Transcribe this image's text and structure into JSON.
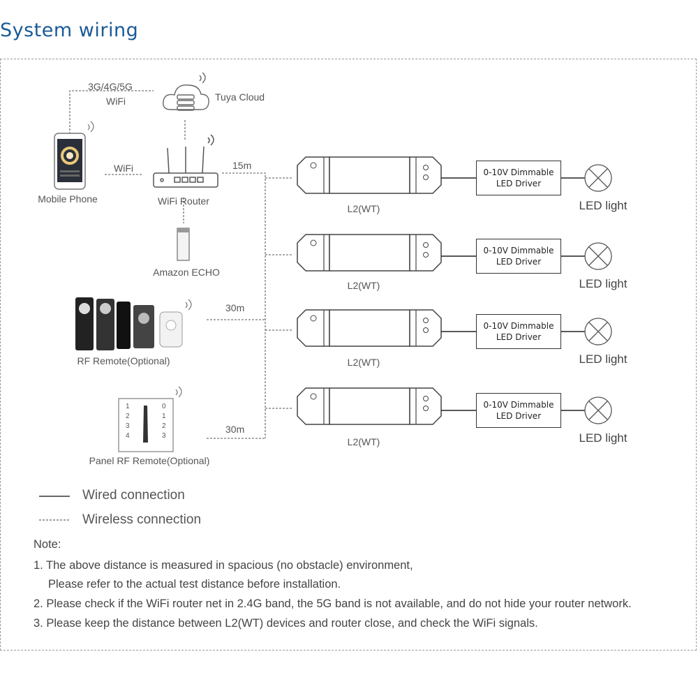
{
  "title": "System wiring",
  "labels": {
    "network": "3G/4G/5G",
    "network_wifi": "WiFi",
    "cloud": "Tuya Cloud",
    "phone_wifi": "WiFi",
    "phone": "Mobile Phone",
    "router": "WiFi Router",
    "echo": "Amazon ECHO",
    "remote": "RF Remote(Optional)",
    "panel": "Panel RF Remote(Optional)",
    "dist_router": "15m",
    "dist_remote": "30m",
    "dist_panel": "30m"
  },
  "panel_numbers": [
    "1",
    "2",
    "3",
    "4",
    "1",
    "2",
    "3",
    "0"
  ],
  "rows": [
    {
      "controller": "L2(WT)",
      "driver_line1": "0-10V Dimmable",
      "driver_line2": "LED Driver",
      "light": "LED light"
    },
    {
      "controller": "L2(WT)",
      "driver_line1": "0-10V Dimmable",
      "driver_line2": "LED Driver",
      "light": "LED light"
    },
    {
      "controller": "L2(WT)",
      "driver_line1": "0-10V Dimmable",
      "driver_line2": "LED Driver",
      "light": "LED light"
    },
    {
      "controller": "L2(WT)",
      "driver_line1": "0-10V Dimmable",
      "driver_line2": "LED Driver",
      "light": "LED light"
    }
  ],
  "legend": {
    "wired": "Wired connection",
    "wireless": "Wireless connection"
  },
  "notes": {
    "heading": "Note:",
    "n1a": "1. The above distance is measured in spacious (no obstacle) environment,",
    "n1b": "Please refer to the actual test distance before installation.",
    "n2": "2. Please check if the WiFi router net in 2.4G band, the 5G band is not available, and do not hide your router network.",
    "n3": "3. Please keep the distance between L2(WT) devices and router close, and check the WiFi signals."
  },
  "colors": {
    "title": "#1a5a96",
    "line": "#555555"
  }
}
